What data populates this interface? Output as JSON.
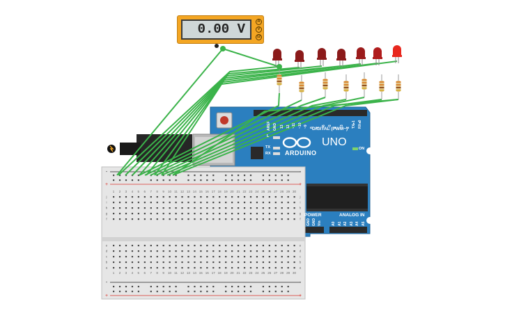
{
  "multimeter": {
    "reading": "0.00 V",
    "buttons": [
      "A",
      "V",
      "Ω"
    ]
  },
  "leds": {
    "count": 7,
    "colors": [
      "#8b1a1a",
      "#8b1a1a",
      "#8b1a1a",
      "#8b1a1a",
      "#9b1b1b",
      "#b01c1c",
      "#e8281e"
    ]
  },
  "arduino": {
    "brand": "ARDUINO",
    "model": "UNO",
    "on_label": "ON",
    "digital_label": "DIGITAL (PWM~)",
    "power_label": "POWER",
    "analog_label": "ANALOG IN",
    "aref": "AREF",
    "gnd": "GND",
    "tx": "TX",
    "rx": "RX",
    "l": "L",
    "digital_pins": [
      "13",
      "12",
      "~11",
      "~10",
      "~9",
      "8",
      "7",
      "~6",
      "~5",
      "4",
      "~3",
      "2",
      "TX▸1",
      "RX◂0"
    ],
    "power_pins": [
      "GND",
      "GND",
      "Vin"
    ],
    "analog_pins": [
      "A0",
      "A1",
      "A2",
      "A3",
      "A4",
      "A5"
    ],
    "colors": {
      "board": "#2b7fbf",
      "header": "#2a2a2a",
      "usb": "#b8b8b8",
      "chip": "#1f1f1f"
    }
  },
  "breadboard": {
    "columns": 30,
    "rows_top": [
      "j",
      "i",
      "h",
      "g",
      "f"
    ],
    "rows_bottom": [
      "e",
      "d",
      "c",
      "b",
      "a"
    ],
    "rail_plus": "+",
    "rail_minus": "-",
    "colors": {
      "body": "#e6e6e6",
      "hole": "#4a4a4a",
      "rail_red": "#d9332b",
      "rail_black": "#222222"
    }
  },
  "wire_color": "#3bb34a"
}
